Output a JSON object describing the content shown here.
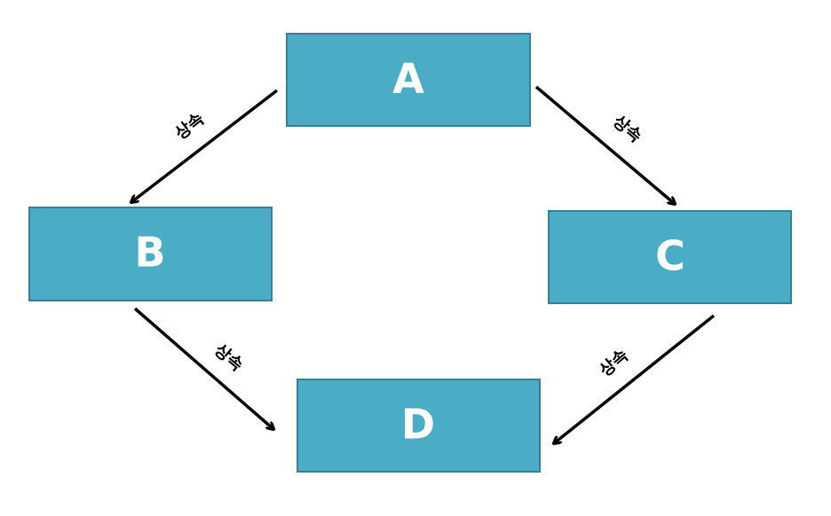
{
  "colors": {
    "node_fill": "#4bacc6",
    "node_border": "#3a7f98",
    "node_text": "#ffffff",
    "edge": "#000000"
  },
  "nodes": {
    "a": {
      "label": "A"
    },
    "b": {
      "label": "B"
    },
    "c": {
      "label": "C"
    },
    "d": {
      "label": "D"
    }
  },
  "edges": [
    {
      "from": "A",
      "to": "B",
      "label": "상속"
    },
    {
      "from": "A",
      "to": "C",
      "label": "상속"
    },
    {
      "from": "B",
      "to": "D",
      "label": "상속"
    },
    {
      "from": "C",
      "to": "D",
      "label": "상속"
    }
  ]
}
